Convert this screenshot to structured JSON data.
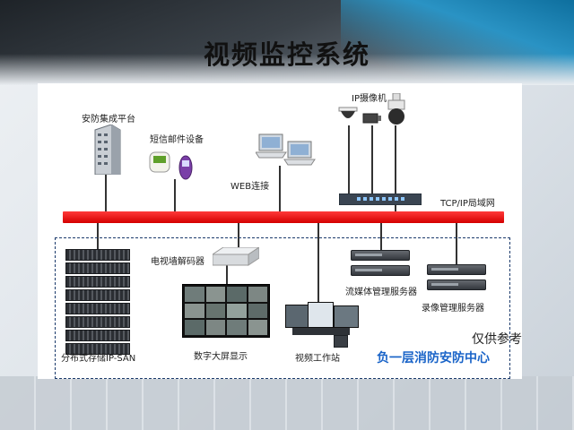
{
  "title": "视频监控系统",
  "labels": {
    "security_platform": "安防集成平台",
    "sms_email": "短信邮件设备",
    "web": "WEB连接",
    "ip_camera": "IP摄像机",
    "tcpip": "TCP/IP局域网",
    "decoder": "电视墙解码器",
    "streaming": "流媒体管理服务器",
    "recording": "录像管理服务器",
    "storage": "分布式存储IP-SAN",
    "bigscreen": "数字大屏显示",
    "workstation": "视频工作站"
  },
  "note": "仅供参考",
  "center_label": "负一层消防安防中心",
  "colors": {
    "network_bar": "#e00000",
    "center_label": "#1a64c8",
    "dash_border": "#1b3a6b"
  }
}
